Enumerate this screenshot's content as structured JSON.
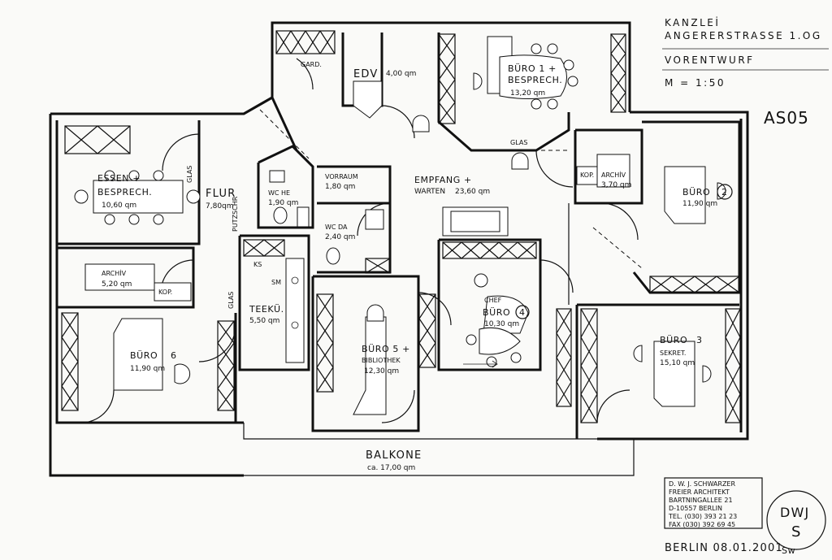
{
  "header": {
    "line1": "KANZLEİ",
    "line2": "ANGERERSTRASSE 1.OG",
    "line3": "VORENTWURF",
    "scale": "M = 1:50",
    "sheet": "AS05"
  },
  "rooms": {
    "gard": "GARD.",
    "edv": "EDV",
    "edv_area": "4,00 qm",
    "buero1_a": "BÜRO 1 +",
    "buero1_b": "BESPRECH.",
    "buero1_area": "13,20 qm",
    "glas_top": "GLAS",
    "essen_a": "ESSEN +",
    "essen_b": "BESPRECH.",
    "essen_area": "10,60 qm",
    "glas_left": "GLAS",
    "flur": "FLUR",
    "flur_area": "7,80qm",
    "putzschr": "PUTZSCHR",
    "wc_he": "WC HE",
    "wc_he_area": "1,90 qm",
    "vorraum": "VORRAUM",
    "vorraum_area": "1,80 qm",
    "wc_da": "WC DA",
    "wc_da_area": "2,40 qm",
    "empfang": "EMPFANG +",
    "empfang_sub": "WARTEN",
    "empfang_area": "23,60 qm",
    "kop1": "KOP.",
    "archiv_small": "ARCHİV",
    "archiv_small_area": "3,70 qm",
    "buero2": "BÜRO",
    "buero2_num": "2",
    "buero2_area": "11,90 qm",
    "archiv": "ARCHİV",
    "archiv_area": "5,20 qm",
    "kop2": "KOP.",
    "ks": "KS",
    "sm": "SM",
    "teeku": "TEEKÜ.",
    "teeku_area": "5,50 qm",
    "glas_mid": "GLAS",
    "chef": "CHEF",
    "buero4": "BÜRO",
    "buero4_num": "4",
    "buero4_area": "10,30 qm",
    "buero6": "BÜRO",
    "buero6_num": "6",
    "buero6_area": "11,90 qm",
    "buero5_a": "BÜRO 5 +",
    "buero5_b": "BIBLIOTHEK",
    "buero5_area": "12,30 qm",
    "buero3": "BÜRO",
    "buero3_num": "3",
    "buero3_sub": "SEKRET.",
    "buero3_area": "15,10 qm",
    "balkone": "BALKONE",
    "balkone_area": "ca. 17,00 qm"
  },
  "stamp": {
    "l1": "D. W. J. SCHWARZER",
    "l2": "FREIER ARCHITEKT",
    "l3": "BARTNINGALLEE 21",
    "l4": "D-10557 BERLIN",
    "l5": "TEL. (030) 393 21 23",
    "l6": "FAX (030) 392 69 45"
  },
  "seal": {
    "l1": "DWJ",
    "l2": "S"
  },
  "footer": {
    "date": "BERLIN 08.01.2001",
    "initials": "Sw"
  }
}
